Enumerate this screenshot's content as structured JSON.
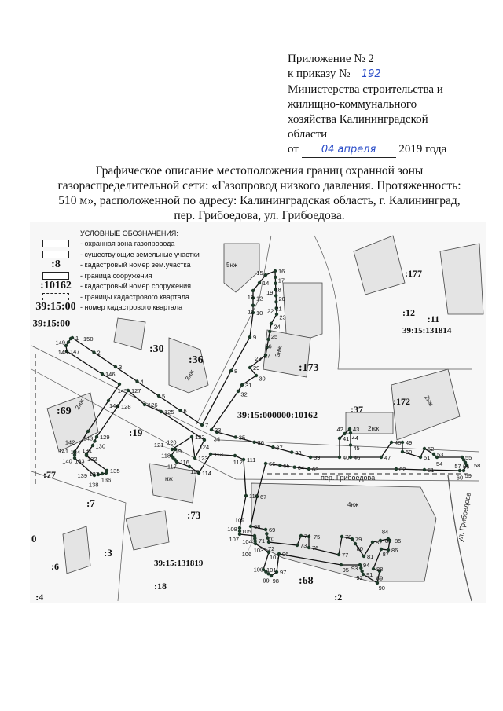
{
  "appendix": {
    "line1": "Приложение № 2",
    "order_prefix": "к приказу №",
    "order_number": "192",
    "line3": "Министерства строительства и",
    "line4": "жилищно-коммунального",
    "line5": "хозяйства Калининградской",
    "line6": "области",
    "date_prefix": "от",
    "date_value": "04 апреля",
    "date_suffix": "2019 года"
  },
  "title": {
    "line1": "Графическое описание местоположения границ охранной зоны",
    "line2": "газораспределительной сети: «Газопровод низкого давления. Протяженность:",
    "line3": "510 м», расположенной по адресу: Калининградская область, г. Калининград,",
    "line4": "пер. Грибоедова, ул. Грибоедова."
  },
  "legend": {
    "heading": "УСЛОВНЫЕ ОБОЗНАЧЕНИЯ:",
    "items": [
      {
        "symbol": "",
        "label": "- охранная зона газопровода"
      },
      {
        "symbol": "",
        "label": "- существующие земельные участки"
      },
      {
        "symbol": ":8",
        "label": "- кадастровый номер зем.участка"
      },
      {
        "symbol": "",
        "label": "- граница сооружения"
      },
      {
        "symbol": ":10162",
        "label": "- кадастровый номер сооружения"
      },
      {
        "symbol": "",
        "label": "- границы кадастрового квартала"
      },
      {
        "symbol": "39:15:00",
        "label": "- номер кадастрового квартала"
      }
    ]
  },
  "map": {
    "colors": {
      "pipeline_points": "#1f3a2a",
      "buildings": "#e6e6e6",
      "lines": "#333333"
    },
    "labels": {
      "q131814": "39:15:131814",
      "structure": "39:15:000000:10162",
      "q131819": "39:15:131819",
      "q_left": "39:15:00",
      "street1": "пер. Грибоедова",
      "street2": "ул. Грибоедова",
      "p30": ":30",
      "p36": ":36",
      "p173": ":173",
      "p69": ":69",
      "p19": ":19",
      "p73": ":73",
      "p77": ":77",
      "p7": ":7",
      "p3": ":3",
      "p18": ":18",
      "p68": ":68",
      "p2": ":2",
      "p6": ":6",
      "p4": ":4",
      "p172": ":172",
      "p37": ":37",
      "p177": ":177",
      "p12": ":12",
      "p11": ":11",
      "p0": "0",
      "b1": "5нж",
      "b2": "3нж",
      "b3": "2нж",
      "b4": "4нж",
      "b5": "2нж",
      "b6": "3нж",
      "b7": "2нж",
      "b8": "нж"
    },
    "point_count": 150
  }
}
